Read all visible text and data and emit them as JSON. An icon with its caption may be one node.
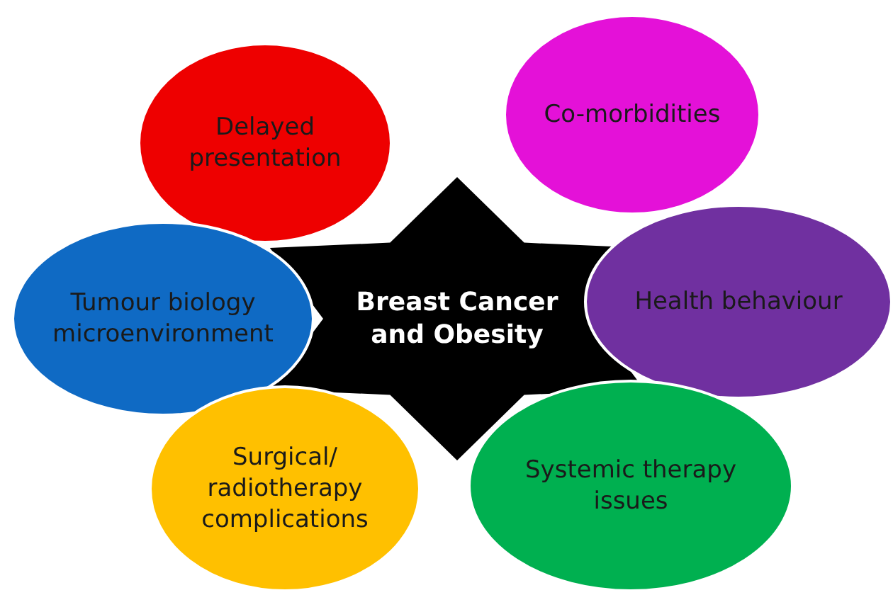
{
  "diagram": {
    "nodes": [
      {
        "text": [
          "Delayed presentation"
        ]
      },
      {
        "text": [
          "Co-morbidities"
        ]
      },
      {
        "text": [
          "Tumour biology microenvironment"
        ]
      },
      {
        "text": [
          "Breast Cancer and Obesity"
        ]
      },
      {
        "text": [
          "Health behaviour"
        ]
      },
      {
        "text": [
          "Surgical/ radiotherapy complications"
        ]
      },
      {
        "text": [
          "Systemic therapy issues"
        ]
      }
    ],
    "edges": []
  }
}
